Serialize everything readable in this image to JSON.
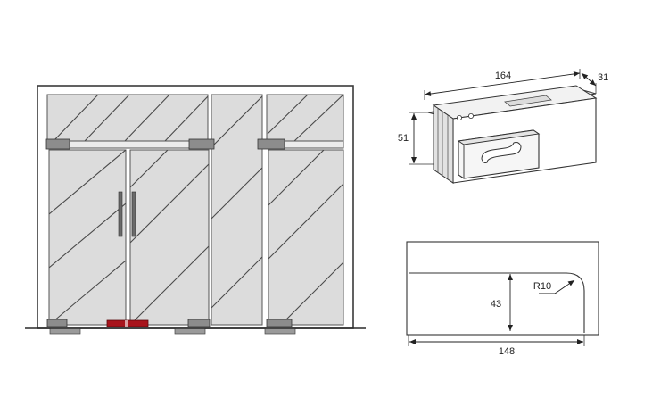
{
  "colors": {
    "line": "#3a3a3a",
    "glass": "#d9d9d9",
    "glass_light": "#e6e6e6",
    "fitting": "#8c8c8c",
    "fitting_dark": "#6a6a6a",
    "lock": "#a8141c",
    "floor": "#2a2a2a"
  },
  "clamp_drawing": {
    "dim_length": "164",
    "dim_depth": "31",
    "dim_height": "51"
  },
  "profile_drawing": {
    "dim_width": "148",
    "dim_height": "43",
    "dim_radius": "R10"
  },
  "icons": [
    "glass-door-elevation",
    "patch-fitting-isometric",
    "patch-fitting-profile"
  ]
}
